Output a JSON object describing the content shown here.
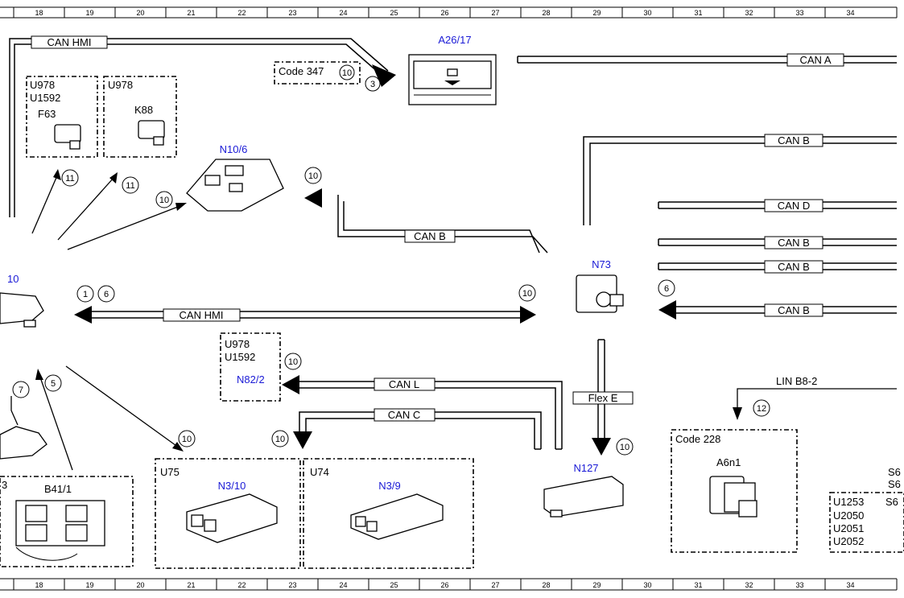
{
  "grid_numbers": [
    "18",
    "19",
    "20",
    "21",
    "22",
    "23",
    "24",
    "25",
    "26",
    "27",
    "28",
    "29",
    "30",
    "31",
    "32",
    "33",
    "34"
  ],
  "components": {
    "a26_17": "A26/17",
    "n10_6": "N10/6",
    "n73": "N73",
    "n10_partial": "10",
    "n82_2": "N82/2",
    "n3_10": "N3/10",
    "n3_9": "N3/9",
    "n127": "N127",
    "a6n1": "A6n1",
    "b41_1": "B41/1",
    "f63": "F63",
    "k88": "K88"
  },
  "codes": {
    "u978_a": "U978",
    "u1592_a": "U1592",
    "u978_b": "U978",
    "u978_c": "U978",
    "u1592_c": "U1592",
    "code_347": "Code 347",
    "u75": "U75",
    "u74": "U74",
    "code_228": "Code 228",
    "u1253": "U1253",
    "u2050": "U2050",
    "u2051": "U2051",
    "u2052": "U2052",
    "s_partial_1": "S6",
    "s_partial_2": "S6",
    "s_partial_3": "S6",
    "b_partial": "3"
  },
  "buses": {
    "can_hmi_top": "CAN HMI",
    "can_a": "CAN A",
    "can_b_1": "CAN B",
    "can_b_n10": "CAN B",
    "can_d": "CAN D",
    "can_b_2": "CAN B",
    "can_b_3": "CAN B",
    "can_b_4": "CAN B",
    "can_hmi_mid": "CAN HMI",
    "can_l": "CAN L",
    "can_c": "CAN C",
    "flex_e": "Flex E",
    "lin_b8_2": "LIN B8-2"
  },
  "markers": {
    "m3": "3",
    "m10_code347": "10",
    "m11_a": "11",
    "m11_b": "11",
    "m10_n10": "10",
    "m10_canb": "10",
    "m1": "1",
    "m6_left": "6",
    "m10_hmi": "10",
    "m6_right": "6",
    "m10_n82": "10",
    "m7": "7",
    "m5": "5",
    "m10_u75": "10",
    "m10_u74": "10",
    "m10_n127": "10",
    "m12": "12"
  }
}
